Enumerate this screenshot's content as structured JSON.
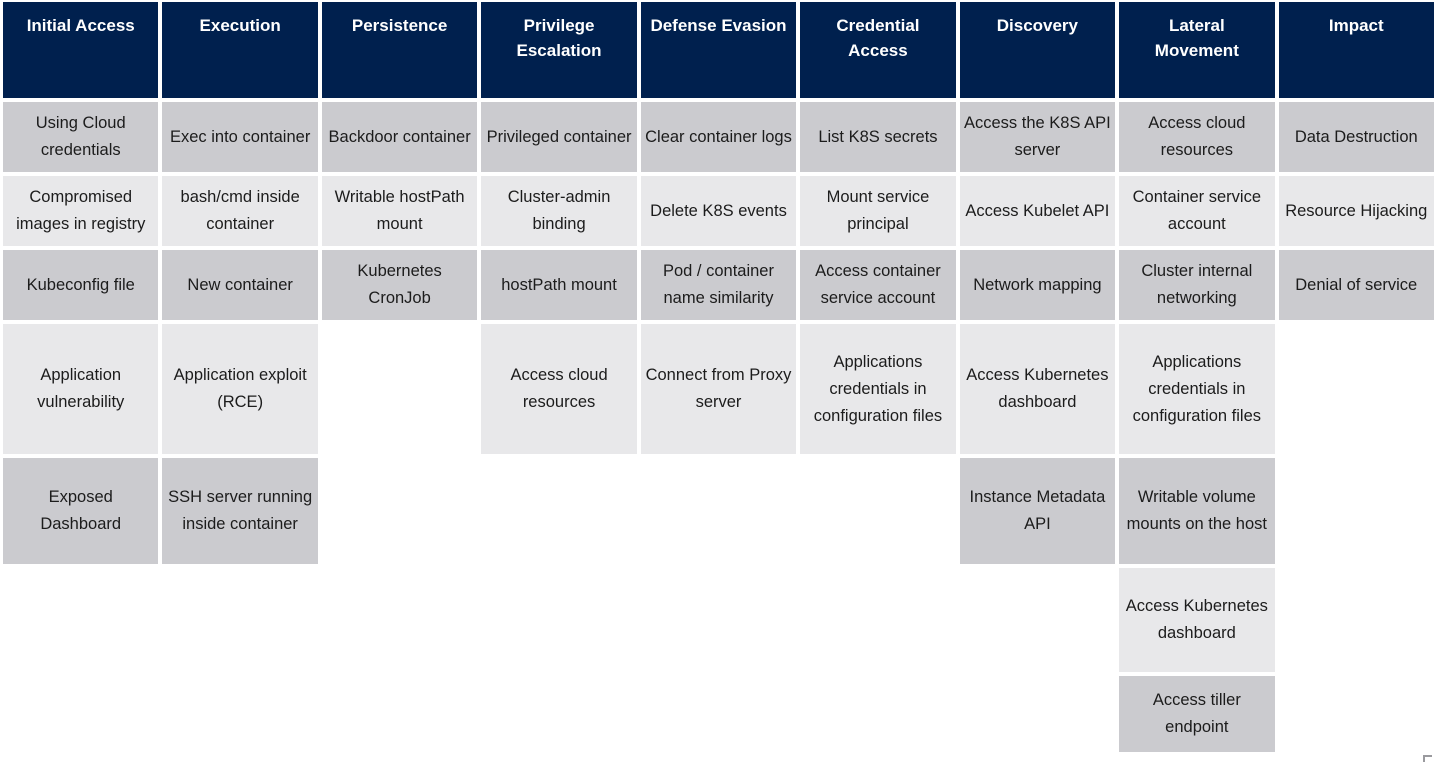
{
  "matrix": {
    "colors": {
      "header_bg": "#00204e",
      "header_fg": "#ffffff",
      "row_dark": "#cbcbcf",
      "row_light": "#e8e8ea",
      "cell_text": "#1c1c1c"
    },
    "columns": [
      {
        "title": "Initial Access",
        "cells": [
          {
            "row": 1,
            "text": "Using Cloud credentials"
          },
          {
            "row": 2,
            "text": "Compromised images in registry"
          },
          {
            "row": 3,
            "text": "Kubeconfig file"
          },
          {
            "row": 4,
            "text": "Application vulnerability"
          },
          {
            "row": 5,
            "text": "Exposed Dashboard"
          }
        ]
      },
      {
        "title": "Execution",
        "cells": [
          {
            "row": 1,
            "text": "Exec into container"
          },
          {
            "row": 2,
            "text": "bash/cmd inside container"
          },
          {
            "row": 3,
            "text": "New container"
          },
          {
            "row": 4,
            "text": "Application exploit (RCE)"
          },
          {
            "row": 5,
            "text": "SSH server running inside container"
          }
        ]
      },
      {
        "title": "Persistence",
        "cells": [
          {
            "row": 1,
            "text": "Backdoor container"
          },
          {
            "row": 2,
            "text": "Writable hostPath mount"
          },
          {
            "row": 3,
            "text": "Kubernetes CronJob"
          }
        ]
      },
      {
        "title": "Privilege Escalation",
        "cells": [
          {
            "row": 1,
            "text": "Privileged container"
          },
          {
            "row": 2,
            "text": "Cluster-admin binding"
          },
          {
            "row": 3,
            "text": "hostPath mount"
          },
          {
            "row": 4,
            "text": "Access cloud resources"
          }
        ]
      },
      {
        "title": "Defense Evasion",
        "cells": [
          {
            "row": 1,
            "text": "Clear container logs"
          },
          {
            "row": 2,
            "text": "Delete K8S events"
          },
          {
            "row": 3,
            "text": "Pod / container name similarity"
          },
          {
            "row": 4,
            "text": "Connect from Proxy server"
          }
        ]
      },
      {
        "title": "Credential Access",
        "cells": [
          {
            "row": 1,
            "text": "List K8S secrets"
          },
          {
            "row": 2,
            "text": "Mount service principal"
          },
          {
            "row": 3,
            "text": "Access container service account"
          },
          {
            "row": 4,
            "text": "Applications credentials in configuration files"
          }
        ]
      },
      {
        "title": "Discovery",
        "cells": [
          {
            "row": 1,
            "text": "Access the K8S API server"
          },
          {
            "row": 2,
            "text": "Access Kubelet API"
          },
          {
            "row": 3,
            "text": "Network mapping"
          },
          {
            "row": 4,
            "text": "Access Kubernetes dashboard"
          },
          {
            "row": 5,
            "text": "Instance Metadata API"
          }
        ]
      },
      {
        "title": "Lateral Movement",
        "cells": [
          {
            "row": 1,
            "text": "Access cloud resources"
          },
          {
            "row": 2,
            "text": "Container service account"
          },
          {
            "row": 3,
            "text": "Cluster internal networking"
          },
          {
            "row": 4,
            "text": "Applications credentials in configuration files"
          },
          {
            "row": 5,
            "text": "Writable volume mounts on the host"
          },
          {
            "row": 6,
            "text": "Access Kubernetes dashboard"
          },
          {
            "row": 7,
            "text": "Access tiller endpoint"
          }
        ]
      },
      {
        "title": "Impact",
        "cells": [
          {
            "row": 1,
            "text": "Data Destruction"
          },
          {
            "row": 2,
            "text": "Resource Hijacking"
          },
          {
            "row": 3,
            "text": "Denial of service"
          }
        ]
      }
    ]
  }
}
